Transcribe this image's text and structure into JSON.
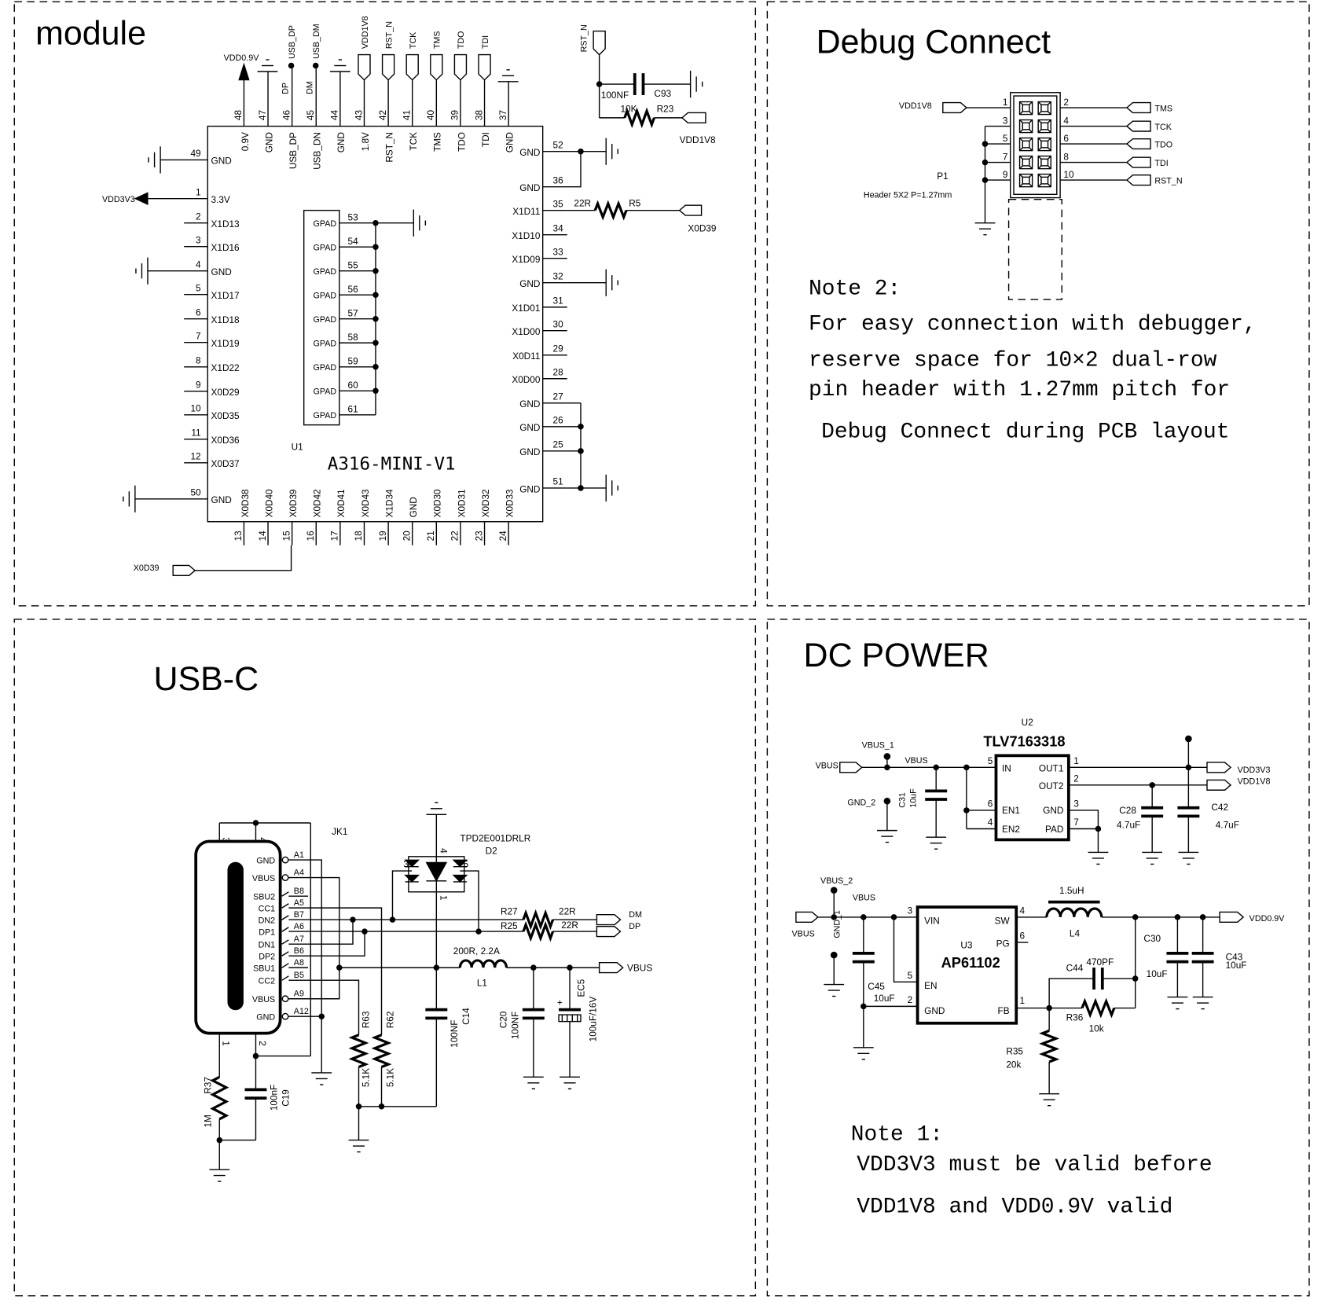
{
  "sections": {
    "module": "module",
    "debug": "Debug Connect",
    "usb": "USB-C",
    "power": "DC POWER"
  },
  "module": {
    "ref": "U1",
    "part": "A316-MINI-V1",
    "top_pins": [
      {
        "num": "48",
        "name": "0.9V"
      },
      {
        "num": "47",
        "name": "GND"
      },
      {
        "num": "46",
        "name": "USB_DP"
      },
      {
        "num": "45",
        "name": "USB_DN"
      },
      {
        "num": "44",
        "name": "GND"
      },
      {
        "num": "43",
        "name": "1.8V"
      },
      {
        "num": "42",
        "name": "RST_N"
      },
      {
        "num": "41",
        "name": "TCK"
      },
      {
        "num": "40",
        "name": "TMS"
      },
      {
        "num": "39",
        "name": "TDO"
      },
      {
        "num": "38",
        "name": "TDI"
      },
      {
        "num": "37",
        "name": "GND"
      }
    ],
    "top_nets": [
      "VDD0.9V",
      "",
      "USB_DP",
      "USB_DM",
      "",
      "VDD1V8",
      "RST_N",
      "TCK",
      "TMS",
      "TDO",
      "TDI",
      ""
    ],
    "top_net_short": {
      "dp": "DP",
      "dm": "DM"
    },
    "left_pins": [
      {
        "num": "49",
        "name": "GND"
      },
      {
        "num": "1",
        "name": "3.3V"
      },
      {
        "num": "2",
        "name": "X1D13"
      },
      {
        "num": "3",
        "name": "X1D16"
      },
      {
        "num": "4",
        "name": "GND"
      },
      {
        "num": "5",
        "name": "X1D17"
      },
      {
        "num": "6",
        "name": "X1D18"
      },
      {
        "num": "7",
        "name": "X1D19"
      },
      {
        "num": "8",
        "name": "X1D22"
      },
      {
        "num": "9",
        "name": "X0D29"
      },
      {
        "num": "10",
        "name": "X0D35"
      },
      {
        "num": "11",
        "name": "X0D36"
      },
      {
        "num": "12",
        "name": "X0D37"
      },
      {
        "num": "50",
        "name": "GND"
      }
    ],
    "right_pins": [
      {
        "num": "52",
        "name": "GND"
      },
      {
        "num": "36",
        "name": "GND"
      },
      {
        "num": "35",
        "name": "X1D11"
      },
      {
        "num": "34",
        "name": "X1D10"
      },
      {
        "num": "33",
        "name": "X1D09"
      },
      {
        "num": "32",
        "name": "GND"
      },
      {
        "num": "31",
        "name": "X1D01"
      },
      {
        "num": "30",
        "name": "X1D00"
      },
      {
        "num": "29",
        "name": "X0D11"
      },
      {
        "num": "28",
        "name": "X0D00"
      },
      {
        "num": "27",
        "name": "GND"
      },
      {
        "num": "26",
        "name": "GND"
      },
      {
        "num": "25",
        "name": "GND"
      },
      {
        "num": "51",
        "name": "GND"
      }
    ],
    "bottom_pins": [
      {
        "num": "13",
        "name": "X0D38"
      },
      {
        "num": "14",
        "name": "X0D40"
      },
      {
        "num": "15",
        "name": "X0D39"
      },
      {
        "num": "16",
        "name": "X0D42"
      },
      {
        "num": "17",
        "name": "X0D41"
      },
      {
        "num": "18",
        "name": "X0D43"
      },
      {
        "num": "19",
        "name": "X1D34"
      },
      {
        "num": "20",
        "name": "GND"
      },
      {
        "num": "21",
        "name": "X0D30"
      },
      {
        "num": "22",
        "name": "X0D31"
      },
      {
        "num": "23",
        "name": "X0D32"
      },
      {
        "num": "24",
        "name": "X0D33"
      }
    ],
    "gpad_pins": [
      {
        "num": "53",
        "name": "GPAD"
      },
      {
        "num": "54",
        "name": "GPAD"
      },
      {
        "num": "55",
        "name": "GPAD"
      },
      {
        "num": "56",
        "name": "GPAD"
      },
      {
        "num": "57",
        "name": "GPAD"
      },
      {
        "num": "58",
        "name": "GPAD"
      },
      {
        "num": "59",
        "name": "GPAD"
      },
      {
        "num": "60",
        "name": "GPAD"
      },
      {
        "num": "61",
        "name": "GPAD"
      }
    ],
    "vdd3v3": "VDD3V3",
    "rst_circuit": {
      "port": "RST_N",
      "cap_val": "100NF",
      "cap_ref": "C93",
      "res_val": "10K",
      "res_ref": "R23",
      "port_vdd": "VDD1V8"
    },
    "r5": {
      "val": "22R",
      "ref": "R5",
      "port": "X0D39"
    },
    "bottom_port": "X0D39"
  },
  "debug": {
    "left_port": "VDD1V8",
    "left_pins": [
      "1",
      "3",
      "5",
      "7",
      "9"
    ],
    "right_pins": [
      "2",
      "4",
      "6",
      "8",
      "10"
    ],
    "right_nets": [
      "TMS",
      "TCK",
      "TDO",
      "TDI",
      "RST_N"
    ],
    "ref": "P1",
    "desc": "Header 5X2 P=1.27mm",
    "note": [
      "Note 2:",
      "For easy connection with debugger,",
      "reserve space for 10×2 dual-row",
      "pin header with 1.27mm pitch for",
      "Debug Connect during PCB layout"
    ]
  },
  "usb": {
    "ref": "JK1",
    "top_pins": [
      "3",
      "4"
    ],
    "bottom_pins": [
      "1",
      "2"
    ],
    "pins": [
      {
        "name": "GND",
        "num": "A1"
      },
      {
        "name": "VBUS",
        "num": "A4"
      },
      {
        "name": "SBU2",
        "num": "B8"
      },
      {
        "name": "CC1",
        "num": "A5"
      },
      {
        "name": "DN2",
        "num": "B7"
      },
      {
        "name": "DP1",
        "num": "A6"
      },
      {
        "name": "DN1",
        "num": "A7"
      },
      {
        "name": "DP2",
        "num": "B6"
      },
      {
        "name": "SBU1",
        "num": "A8"
      },
      {
        "name": "CC2",
        "num": "B5"
      },
      {
        "name": "VBUS",
        "num": "A9"
      },
      {
        "name": "GND",
        "num": "A12"
      }
    ],
    "d2": {
      "part": "TPD2E001DRLR",
      "ref": "D2",
      "pins": [
        "4",
        "3",
        "5",
        "1"
      ]
    },
    "r27": {
      "ref": "R27",
      "val": "22R"
    },
    "r25": {
      "ref": "R25",
      "val": "22R"
    },
    "dm": "DM",
    "dp": "DP",
    "l1": {
      "val": "200R, 2.2A",
      "ref": "L1"
    },
    "vbus": "VBUS",
    "c14": {
      "val": "100NF",
      "ref": "C14"
    },
    "c20": {
      "ref": "C20",
      "val": "100NF"
    },
    "ec5": {
      "ref": "EC5",
      "val": "100uF/16V",
      "plus": "+"
    },
    "r63": {
      "ref": "R63",
      "val": "5.1K"
    },
    "r62": {
      "ref": "R62",
      "val": "5.1K"
    },
    "r37": {
      "ref": "R37",
      "val": "1M"
    },
    "c19": {
      "val": "100nF",
      "ref": "C19"
    }
  },
  "power": {
    "u2": {
      "ref": "U2",
      "part": "TLV7163318",
      "in_port": "VBUS",
      "tp1": "VBUS_1",
      "net": "VBUS",
      "tp2": "GND_2",
      "pins": {
        "in": "IN",
        "out1": "OUT1",
        "out2": "OUT2",
        "en1": "EN1",
        "en2": "EN2",
        "gnd": "GND",
        "pad": "PAD"
      },
      "nums": {
        "in": "5",
        "en1": "6",
        "en2": "4",
        "out1": "1",
        "out2": "2",
        "gnd": "3",
        "pad": "7"
      },
      "c31": {
        "ref": "C31",
        "val": "10uF"
      },
      "c28": {
        "ref": "C28",
        "val": "4.7uF"
      },
      "c42": {
        "ref": "C42",
        "val": "4.7uF"
      },
      "out1_port": "VDD3V3",
      "out2_port": "VDD1V8"
    },
    "u3": {
      "ref": "U3",
      "part": "AP61102",
      "in_port": "VBUS",
      "tp1": "VBUS_2",
      "net": "VBUS",
      "tp2": "GND_1",
      "pins": {
        "vin": "VIN",
        "en": "EN",
        "gnd": "GND",
        "sw": "SW",
        "pg": "PG",
        "fb": "FB"
      },
      "nums": {
        "vin": "3",
        "en": "5",
        "gnd": "2",
        "sw": "4",
        "pg": "6",
        "fb": "1"
      },
      "c45": {
        "ref": "C45",
        "val": "10uF"
      },
      "l4": {
        "val": "1.5uH",
        "ref": "L4"
      },
      "c44": {
        "ref": "C44",
        "val": "470PF"
      },
      "r36": {
        "ref": "R36",
        "val": "10k"
      },
      "r35": {
        "ref": "R35",
        "val": "20k"
      },
      "c30": {
        "ref": "C30",
        "val": "10uF"
      },
      "c43": {
        "ref": "C43",
        "val": "10uF"
      },
      "out_port": "VDD0.9V"
    },
    "note": [
      "Note 1:",
      "VDD3V3 must be valid before",
      "VDD1V8 and VDD0.9V valid"
    ]
  }
}
